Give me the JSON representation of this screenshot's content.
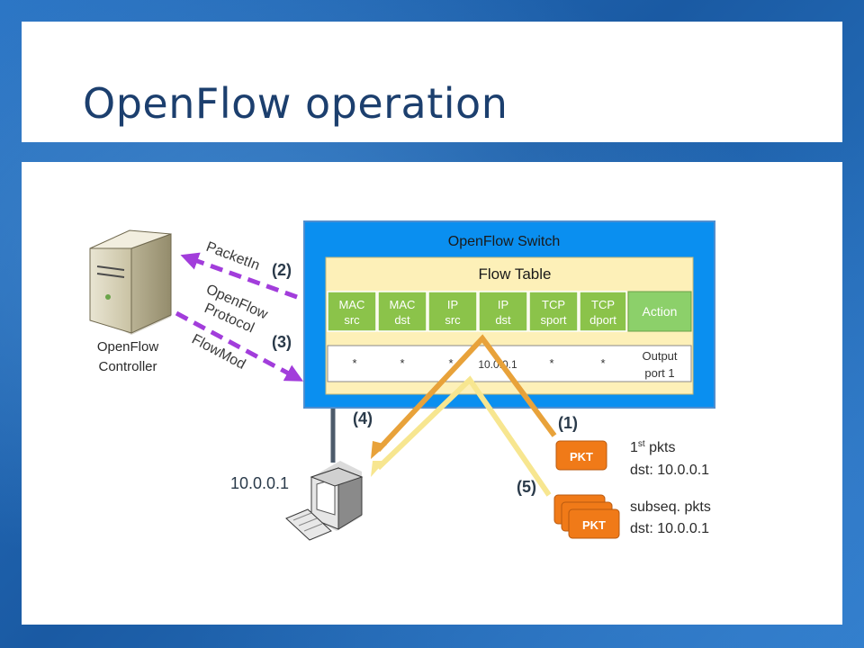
{
  "slide": {
    "title": "OpenFlow operation"
  },
  "switch": {
    "label": "OpenFlow Switch",
    "table_label": "Flow Table"
  },
  "flow_table": {
    "headers": [
      {
        "line1": "MAC",
        "line2": "src"
      },
      {
        "line1": "MAC",
        "line2": "dst"
      },
      {
        "line1": "IP",
        "line2": "src"
      },
      {
        "line1": "IP",
        "line2": "dst"
      },
      {
        "line1": "TCP",
        "line2": "sport"
      },
      {
        "line1": "TCP",
        "line2": "dport"
      }
    ],
    "action_header": "Action",
    "entry": [
      "*",
      "*",
      "*",
      "10.0.0.1",
      "*",
      "*"
    ],
    "entry_action": {
      "line1": "Output",
      "line2": "port 1"
    }
  },
  "controller": {
    "line1": "OpenFlow",
    "line2": "Controller"
  },
  "arrows": {
    "packet_in": "PacketIn",
    "flow_mod": "FlowMod",
    "protocol_line1": "OpenFlow",
    "protocol_line2": "Protocol"
  },
  "steps": {
    "s1": "(1)",
    "s2": "(2)",
    "s3": "(3)",
    "s4": "(4)",
    "s5": "(5)"
  },
  "host": {
    "ip": "10.0.0.1"
  },
  "packets": {
    "pkt_label": "PKT",
    "first_prefix": "1",
    "first_sup": "st",
    "first_suffix": " pkts",
    "first_dst": "dst: 10.0.0.1",
    "subseq_line1": "subseq. pkts",
    "subseq_line2": "dst: 10.0.0.1"
  },
  "colors": {
    "title": "#1c3f6e",
    "switch_blue": "#0a8ff0",
    "table_yellow": "#fdf0b8",
    "header_green": "#8bc34a",
    "action_green": "#8cd06a",
    "dashed_purple": "#a23ddb",
    "arrow_orange": "#e8a23a",
    "arrow_light": "#f7e690",
    "packet_orange": "#f07a18"
  }
}
